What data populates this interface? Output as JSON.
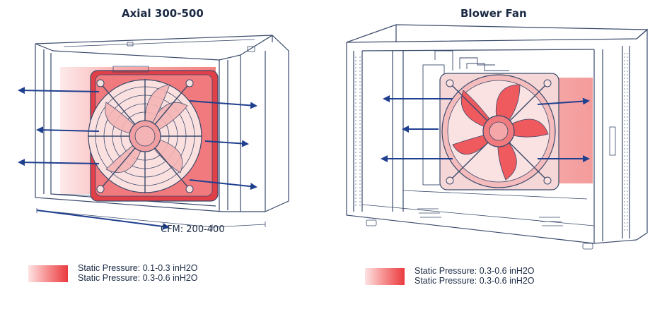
{
  "left_panel": {
    "title": "Axial 300-500",
    "cfm_label": "CFM: 200-400",
    "legend": [
      "Static Pressure: 0.1-0.3 inH2O",
      "Static Pressure: 0.3-0.6 inH2O"
    ]
  },
  "right_panel": {
    "title": "Blower Fan",
    "legend": [
      "Static Pressure: 0.3-0.6 inH2O",
      "Static Pressure: 0.3-0.6 inH2O"
    ]
  },
  "colors": {
    "line": "#3a4a6b",
    "arrow": "#1f3f8f",
    "heat_dark": "#e8383e",
    "heat_light": "#fde3e3"
  }
}
